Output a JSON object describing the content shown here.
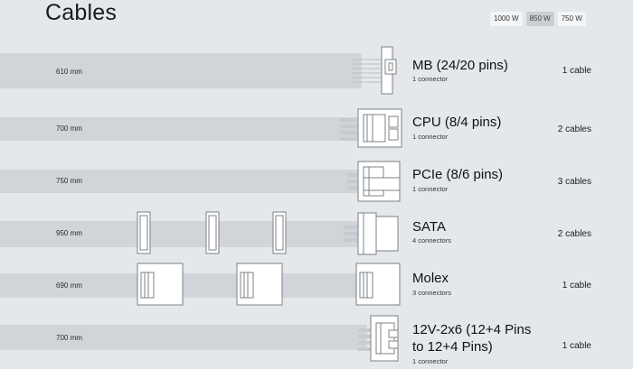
{
  "page": {
    "title": "Cables"
  },
  "wattage_options": [
    {
      "label": "1000 W",
      "active": false
    },
    {
      "label": "850 W",
      "active": true
    },
    {
      "label": "750 W",
      "active": false
    }
  ],
  "cables": [
    {
      "name": "MB (24/20 pins)",
      "connectors": "1 connector",
      "length": "610 mm",
      "count": "1 cable"
    },
    {
      "name": "CPU (8/4 pins)",
      "connectors": "1 connector",
      "length": "700 mm",
      "count": "2 cables"
    },
    {
      "name": "PCIe (8/6 pins)",
      "connectors": "1 connector",
      "length": "750 mm",
      "count": "3 cables"
    },
    {
      "name": "SATA",
      "connectors": "4 connectors",
      "length": "950 mm",
      "count": "2 cables"
    },
    {
      "name": "Molex",
      "connectors": "3 connectors",
      "length": "690 mm",
      "count": "1 cable"
    },
    {
      "name_line1": "12V-2x6 (12+4 Pins",
      "name_line2": "to 12+4 Pins)",
      "connectors": "1 connector",
      "length": "700 mm",
      "count": "1 cable"
    }
  ]
}
